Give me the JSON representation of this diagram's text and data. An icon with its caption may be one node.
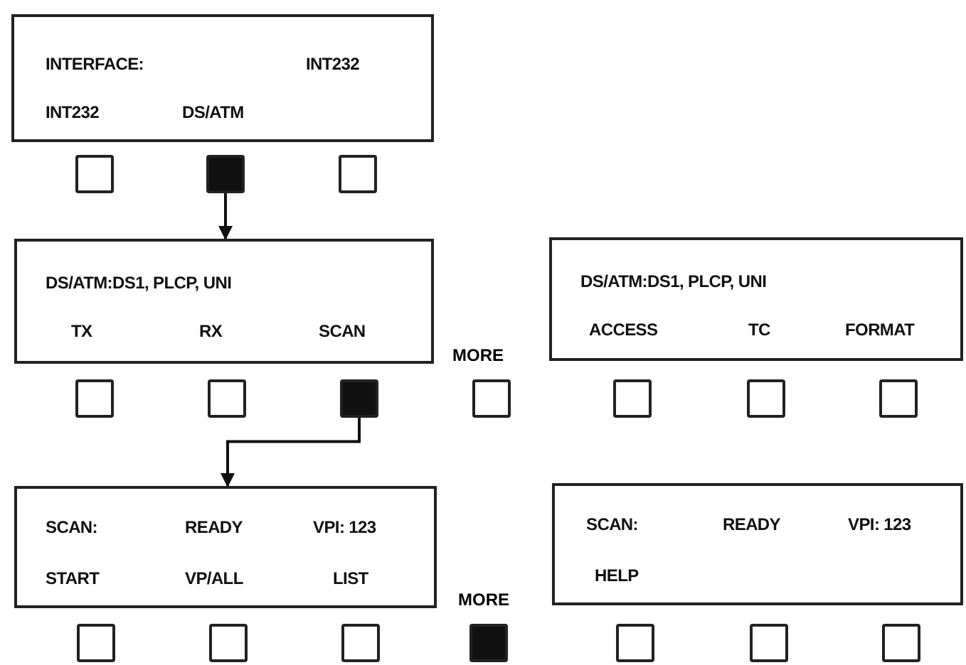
{
  "diagram": {
    "nodes": [
      {
        "text": [
          "INTERFACE:",
          "INT232",
          "INT232",
          "DS/ATM"
        ]
      },
      {
        "text": [],
        "shape": "box"
      },
      {
        "text": [],
        "shape": "box"
      },
      {
        "text": [],
        "shape": "box"
      },
      {
        "text": [
          "DS/ATM:DS1, PLCP, UNI",
          "TX",
          "RX",
          "SCAN"
        ]
      },
      {
        "text": [
          "DS/ATM:DS1, PLCP, UNI",
          "ACCESS",
          "TC",
          "FORMAT"
        ]
      },
      {
        "text": [],
        "shape": "box"
      },
      {
        "text": [],
        "shape": "box"
      },
      {
        "text": [],
        "shape": "box"
      },
      {
        "text": [],
        "shape": "box"
      },
      {
        "text": [],
        "shape": "box"
      },
      {
        "text": [],
        "shape": "box"
      },
      {
        "text": [],
        "shape": "box"
      },
      {
        "text": [
          "SCAN:",
          "READY",
          "VPI: 123",
          "START",
          "VP/ALL",
          "LIST"
        ]
      },
      {
        "text": [
          "SCAN:",
          "READY",
          "VPI: 123",
          "HELP"
        ]
      },
      {
        "text": [],
        "shape": "box"
      },
      {
        "text": [],
        "shape": "box"
      },
      {
        "text": [],
        "shape": "box"
      },
      {
        "text": [],
        "shape": "box"
      },
      {
        "text": [],
        "shape": "box"
      },
      {
        "text": [],
        "shape": "box"
      },
      {
        "text": [],
        "shape": "box"
      }
    ],
    "edges": [
      {
        "from": 2,
        "to": 4,
        "arrow": "to"
      },
      {
        "from": 8,
        "to": 13,
        "arrow": "to"
      }
    ],
    "labels": [
      "MORE",
      "MORE"
    ]
  }
}
